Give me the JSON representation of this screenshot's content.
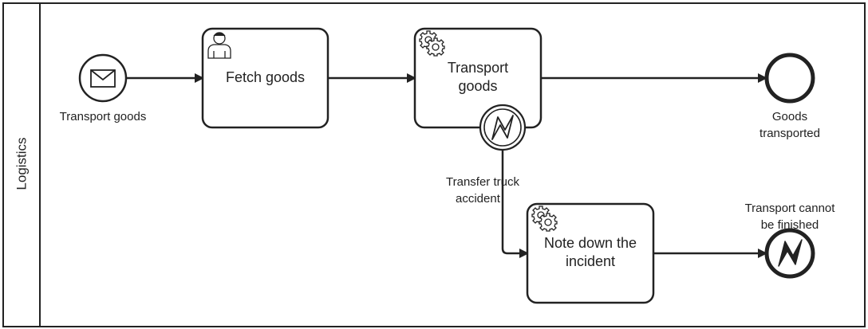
{
  "pool": {
    "lane_label": "Logistics"
  },
  "events": {
    "start": {
      "label": "Transport goods",
      "icon": "envelope-icon"
    },
    "end_ok": {
      "label_line1": "Goods",
      "label_line2": "transported"
    },
    "boundary_error": {
      "label_line1": "Transfer truck",
      "label_line2": "accident",
      "icon": "lightning-icon"
    },
    "end_error": {
      "label_line1": "Transport cannot",
      "label_line2": "be finished",
      "icon": "lightning-icon"
    }
  },
  "tasks": {
    "fetch": {
      "label": "Fetch goods",
      "type": "user-task"
    },
    "transport": {
      "label_line1": "Transport",
      "label_line2": "goods",
      "type": "service-task"
    },
    "note": {
      "label_line1": "Note down the",
      "label_line2": "incident",
      "type": "service-task"
    }
  },
  "colors": {
    "stroke": "#222222",
    "background": "#ffffff"
  }
}
